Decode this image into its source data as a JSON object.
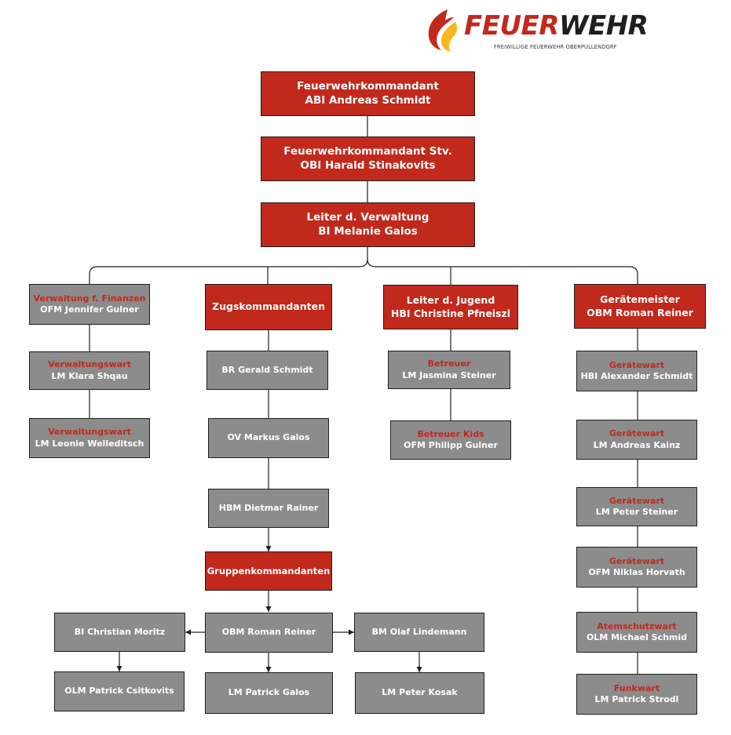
{
  "logo": {
    "word_red": "FEUER",
    "word_dark": "WEHR",
    "subtitle": "FREIWILLIGE FEUERWEHR OBERPULLENDORF"
  },
  "colors": {
    "accent": "#c1291c",
    "box_gray": "#8c8c8c",
    "border": "#1f1f1f",
    "flame_yellow": "#f6b81c"
  },
  "top": {
    "commander": {
      "title": "Feuerwehrkommandant",
      "name": "ABI Andreas Schmidt"
    },
    "deputy": {
      "title": "Feuerwehrkommandant Stv.",
      "name": "OBI Harald Stinakovits"
    },
    "admin": {
      "title": "Leiter d. Verwaltung",
      "name": "BI Melanie Galos"
    }
  },
  "finance": {
    "head": {
      "role": "Verwaltung f. Finanzen",
      "name": "OFM Jennifer Gulner"
    },
    "staff": [
      {
        "role": "Verwaltungswart",
        "name": "LM Klara Shqau"
      },
      {
        "role": "Verwaltungswart",
        "name": "LM Leonie Welleditsch"
      }
    ]
  },
  "platoon": {
    "head": "Zugskommandanten",
    "members": [
      "BR Gerald Schmidt",
      "OV Markus Galos",
      "HBM Dietmar Rainer"
    ],
    "groups_head": "Gruppenkommandanten",
    "groups": {
      "left": "BI Christian Moritz",
      "center": "OBM Roman Reiner",
      "right": "BM Olaf Lindemann",
      "left_sub": "OLM Patrick Csitkovits",
      "center_sub": "LM Patrick Galos",
      "right_sub": "LM Peter Kosak"
    }
  },
  "youth": {
    "head": {
      "title": "Leiter d. Jugend",
      "name": "HBI Christine Pfneiszl"
    },
    "staff": [
      {
        "role": "Betreuer",
        "name": "LM Jasmina Steiner"
      },
      {
        "role": "Betreuer Kids",
        "name": "OFM Philipp Gulner"
      }
    ]
  },
  "equipment": {
    "head": {
      "title": "Gerätemeister",
      "name": "OBM Roman Reiner"
    },
    "staff": [
      {
        "role": "Gerätewart",
        "name": "HBI Alexander Schmidt"
      },
      {
        "role": "Gerätewart",
        "name": "LM Andreas Kainz"
      },
      {
        "role": "Gerätewart",
        "name": "LM Peter Steiner"
      },
      {
        "role": "Gerätewart",
        "name": "OFM Niklas Horvath"
      },
      {
        "role": "Atemschutzwart",
        "name": "OLM Michael Schmid"
      },
      {
        "role": "Funkwart",
        "name": "LM Patrick Strodl"
      }
    ]
  }
}
